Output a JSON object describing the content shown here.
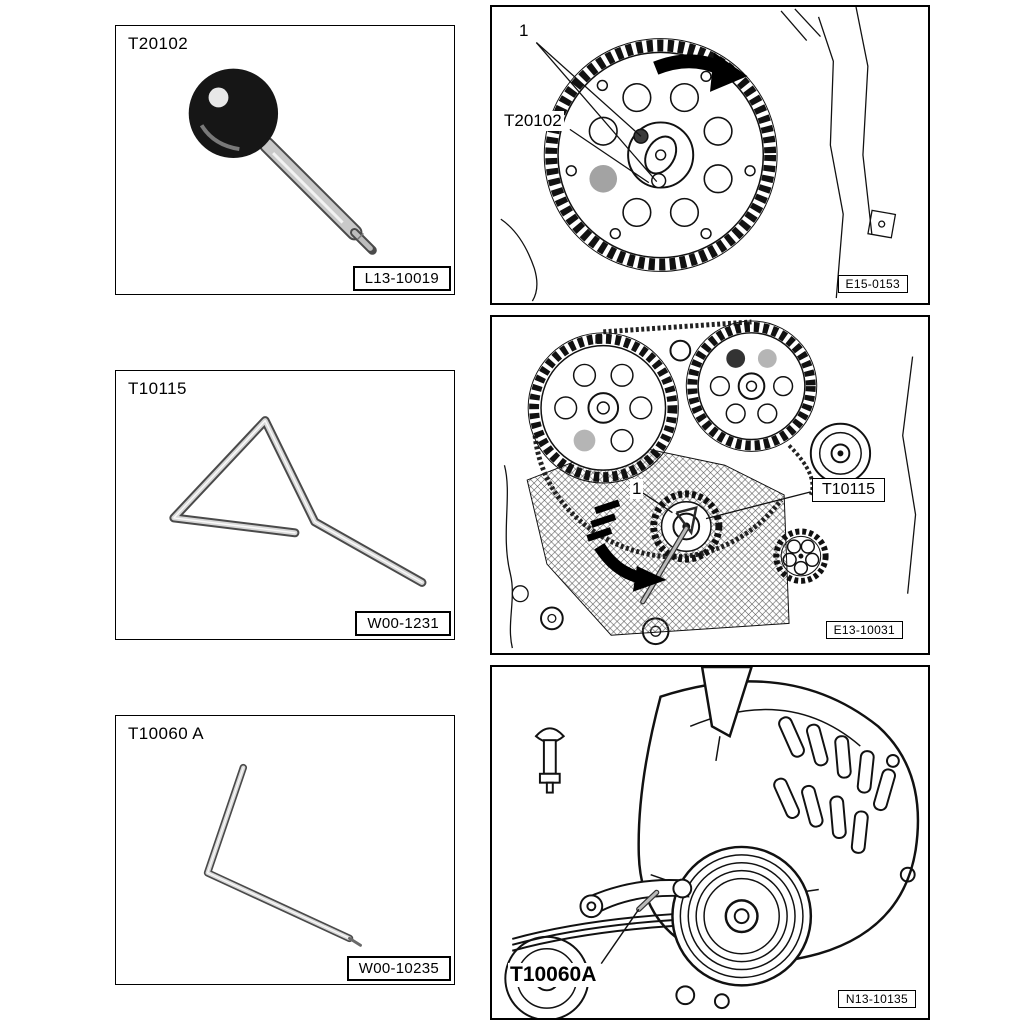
{
  "left_panels": [
    {
      "tool_code": "T20102",
      "part_number": "L13-10019",
      "illustration": "ball-pin-tool"
    },
    {
      "tool_code": "T10115",
      "part_number": "W00-1231",
      "illustration": "triangle-hook-tool"
    },
    {
      "tool_code": "T10060 A",
      "part_number": "W00-10235",
      "illustration": "l-hex-key-tool"
    }
  ],
  "right_panels": [
    {
      "callout": "1",
      "tool_label": "T20102",
      "figure_number": "E15-0153",
      "diagram": "camshaft-sprocket-timing"
    },
    {
      "callout": "1",
      "tool_label": "T10115",
      "figure_number": "E13-10031",
      "diagram": "timing-belt-sprockets"
    },
    {
      "tool_label": "T10060A",
      "figure_number": "N13-10135",
      "diagram": "alternator-ribbed-belt"
    }
  ],
  "colors": {
    "line": "#111111",
    "metal_light": "#d9d9d9",
    "metal_dark": "#555555",
    "knob_black": "#161616",
    "gray_fill": "#a3a3a3",
    "arrow_black": "#000000"
  }
}
